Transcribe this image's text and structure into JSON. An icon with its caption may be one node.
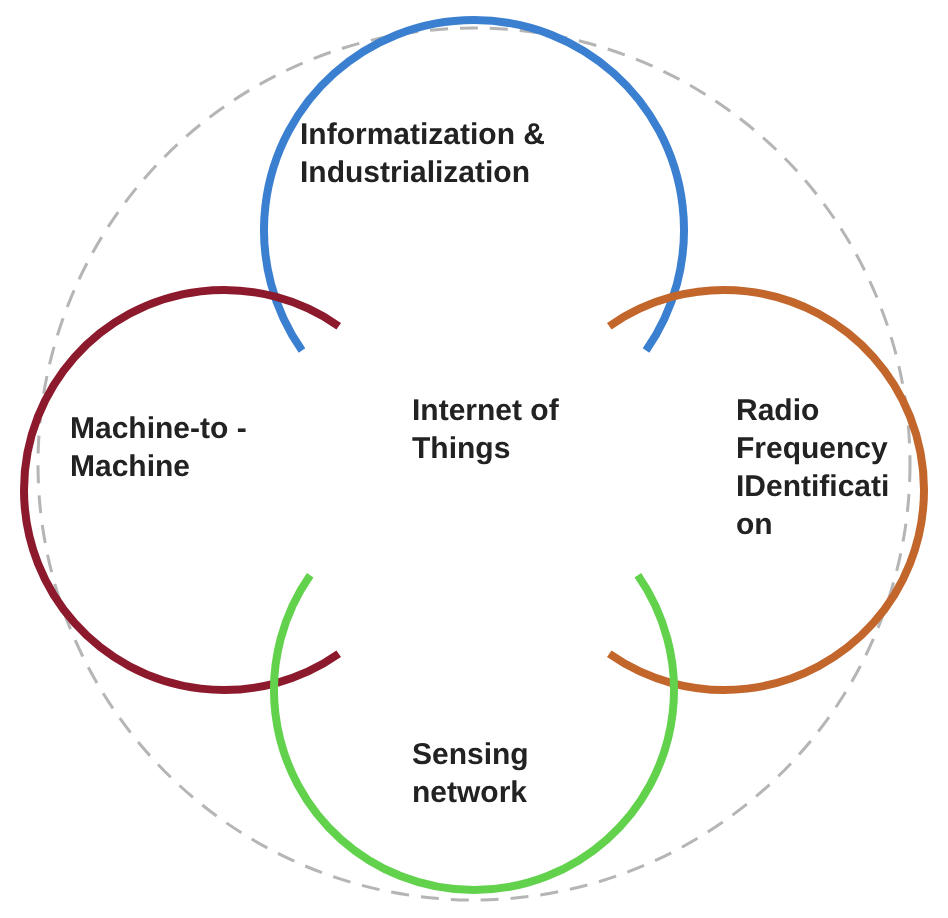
{
  "diagram": {
    "nodes": [
      {
        "text": [
          "Informatization & Industrialization"
        ]
      },
      {
        "text": [
          "Machine-to -Machine"
        ]
      },
      {
        "text": [
          "Radio Frequency IDentificati on"
        ]
      },
      {
        "text": [
          "Sensing network"
        ]
      }
    ],
    "labels": [
      "Internet of Things"
    ]
  }
}
